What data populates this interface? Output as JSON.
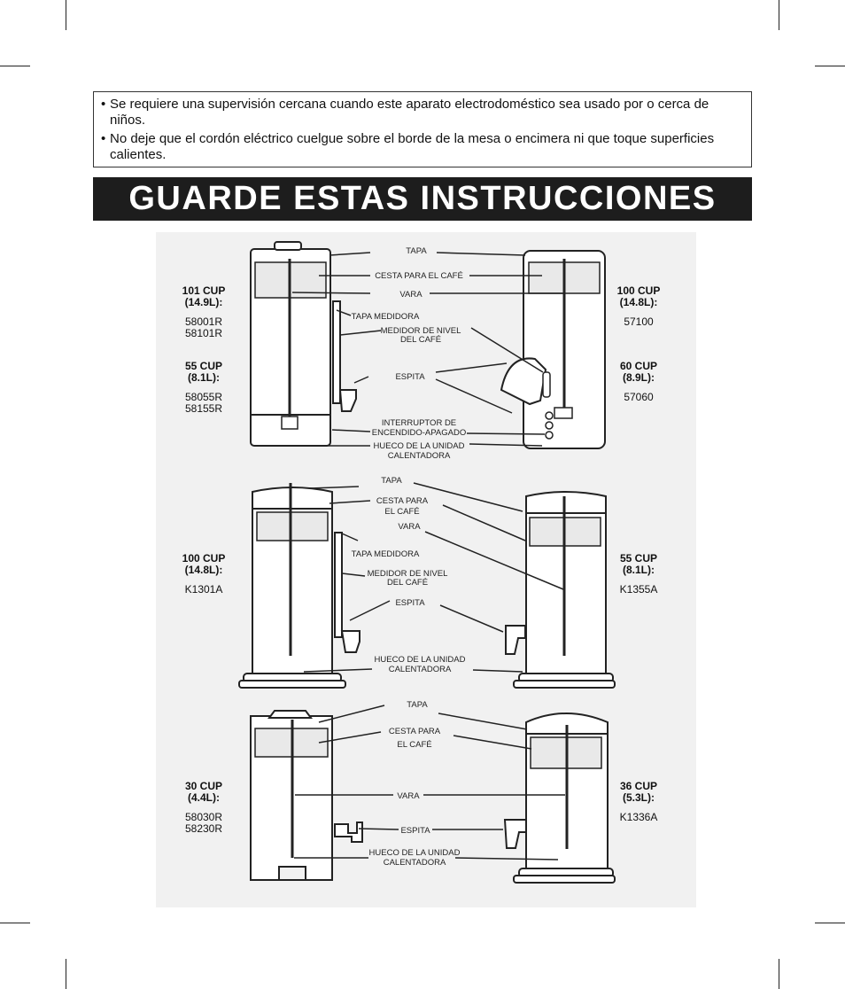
{
  "warnings": [
    "Se requiere una supervisión cercana cuando este aparato electrodoméstico sea usado por o cerca de niños.",
    "No deje que el cordón eléctrico cuelgue sobre el borde de la mesa o encimera ni que toque superficies calientes."
  ],
  "banner": "GUARDE ESTAS INSTRUCCIONES",
  "models": {
    "r1_left_a": {
      "capacity": "101 CUP",
      "liters": "(14.9L):",
      "numbers": "58001R\n58101R"
    },
    "r1_left_b": {
      "capacity": "55 CUP",
      "liters": "(8.1L):",
      "numbers": "58055R\n58155R"
    },
    "r1_right_a": {
      "capacity": "100 CUP",
      "liters": "(14.8L):",
      "numbers": "57100"
    },
    "r1_right_b": {
      "capacity": "60 CUP",
      "liters": "(8.9L):",
      "numbers": "57060"
    },
    "r2_left": {
      "capacity": "100 CUP",
      "liters": "(14.8L):",
      "numbers": "K1301A"
    },
    "r2_right": {
      "capacity": "55 CUP",
      "liters": "(8.1L):",
      "numbers": "K1355A"
    },
    "r3_left": {
      "capacity": "30 CUP",
      "liters": "(4.4L):",
      "numbers": "58030R\n58230R"
    },
    "r3_right": {
      "capacity": "36 CUP",
      "liters": "(5.3L):",
      "numbers": "K1336A"
    }
  },
  "labels": {
    "r1": {
      "lid": "TAPA",
      "basket": "CESTA PARA EL CAFÉ",
      "stem": "VARA",
      "measure_cap": "TAPA MEDIDORA",
      "gauge_1": "MEDIDOR DE NIVEL",
      "gauge_2": "DEL CAFÉ",
      "spout": "ESPITA",
      "switch_1": "INTERRUPTOR DE",
      "switch_2": "ENCENDIDO-APAGADO",
      "well_1": "HUECO DE LA UNIDAD",
      "well_2": "CALENTADORA"
    },
    "r2": {
      "lid": "TAPA",
      "basket_1": "CESTA PARA",
      "basket_2": "EL CAFÉ",
      "stem": "VARA",
      "measure_cap": "TAPA MEDIDORA",
      "gauge_1": "MEDIDOR DE NIVEL",
      "gauge_2": "DEL CAFÉ",
      "spout": "ESPITA",
      "well_1": "HUECO DE LA UNIDAD",
      "well_2": "CALENTADORA"
    },
    "r3": {
      "lid": "TAPA",
      "basket_1": "CESTA PARA",
      "basket_2": "EL CAFÉ",
      "stem": "VARA",
      "spout": "ESPITA",
      "well_1": "HUECO DE LA UNIDAD",
      "well_2": "CALENTADORA"
    }
  }
}
